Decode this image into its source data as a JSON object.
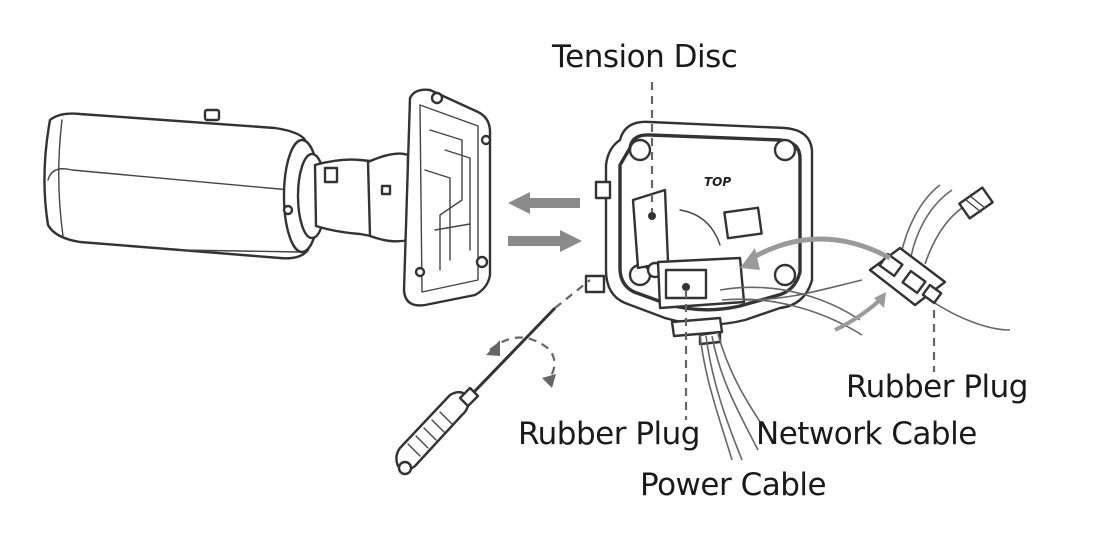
{
  "labels": {
    "tension_disc": "Tension Disc",
    "rubber_plug_right": "Rubber Plug",
    "rubber_plug_left": "Rubber Plug",
    "network_cable": "Network Cable",
    "power_cable": "Power Cable",
    "top_mark": "TOP"
  },
  "colors": {
    "line": "#333333",
    "arrow": "#8a8a8a",
    "background": "#ffffff"
  }
}
